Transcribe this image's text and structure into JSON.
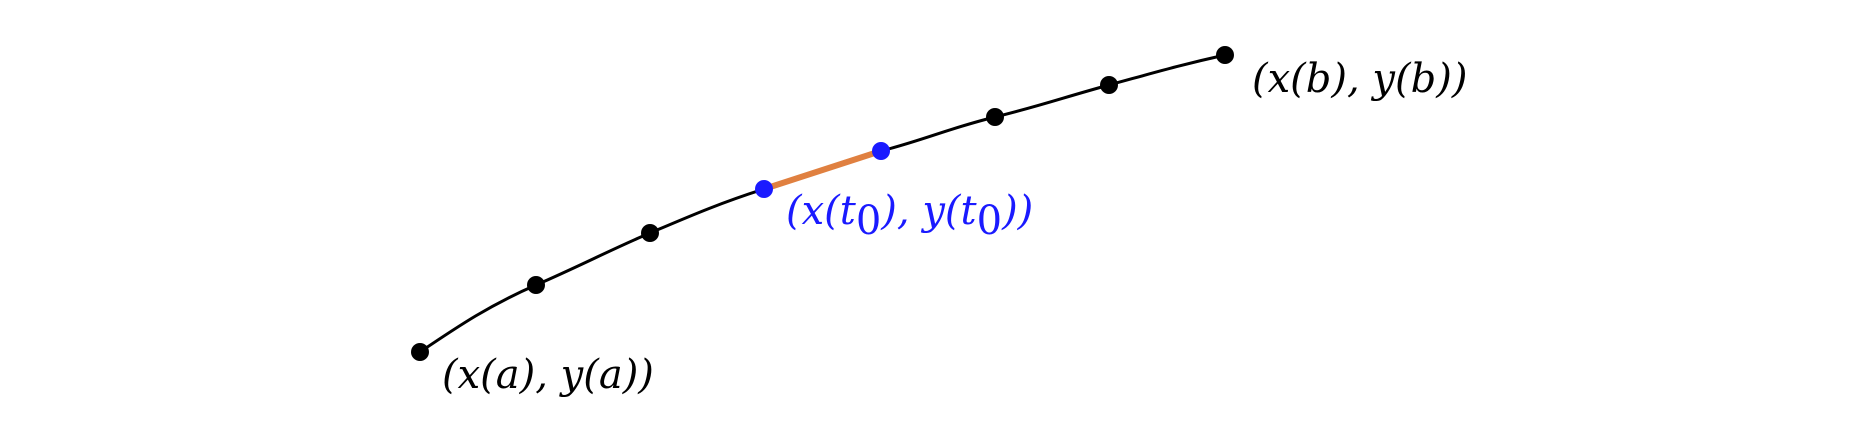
{
  "diagram": {
    "colors": {
      "curve": "#000000",
      "point": "#000000",
      "highlight_point": "#1a1aff",
      "highlight_segment": "#e08040",
      "highlight_label": "#1a1aff",
      "label": "#000000"
    },
    "labels": {
      "start": {
        "open": "(x(a), y(a))"
      },
      "end": {
        "open": "(x(b), y(b))"
      },
      "highlight": {
        "part1": "(x(t",
        "sub1": "0",
        "part2": "), y(t",
        "sub2": "0",
        "part3": "))"
      }
    }
  }
}
